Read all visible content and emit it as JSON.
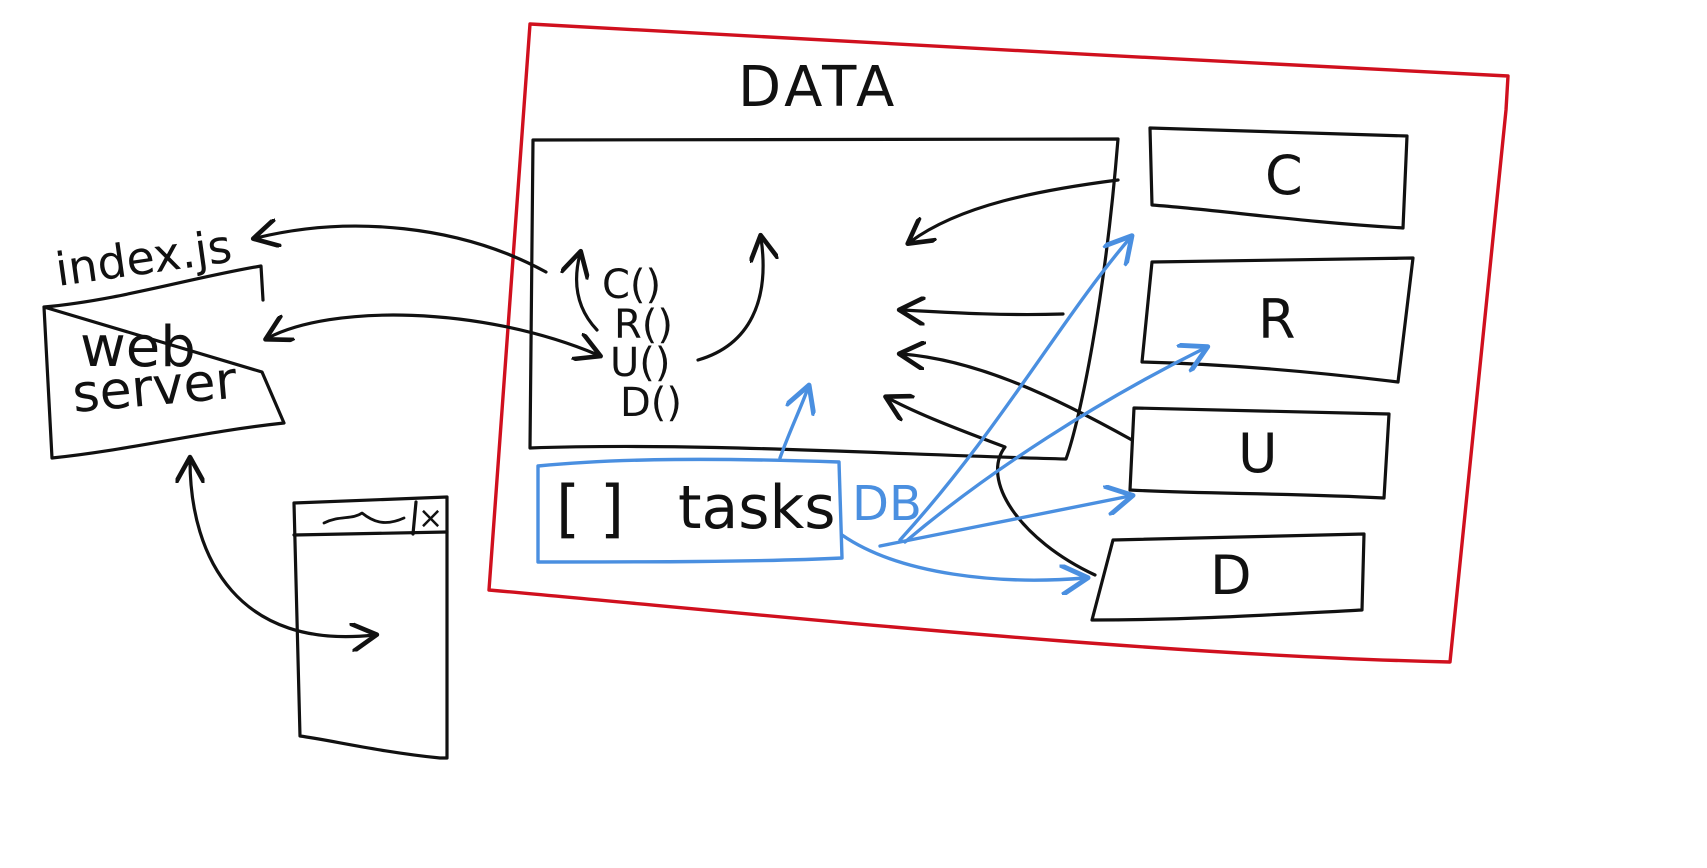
{
  "colors": {
    "ink": "#111111",
    "data_boundary": "#d0101e",
    "db_accent": "#4a8fe0",
    "background": "#ffffff"
  },
  "labels": {
    "index_js": "index.js",
    "web": "web",
    "server": "server",
    "data": "DATA",
    "fn_create": "C()",
    "fn_read": "R()",
    "fn_update": "U()",
    "fn_delete": "D()",
    "tasks_brackets": "[ ]",
    "tasks": "tasks",
    "db": "DB",
    "box_c": "C",
    "box_r": "R",
    "box_u": "U",
    "box_d": "D",
    "browser_close": "×"
  }
}
